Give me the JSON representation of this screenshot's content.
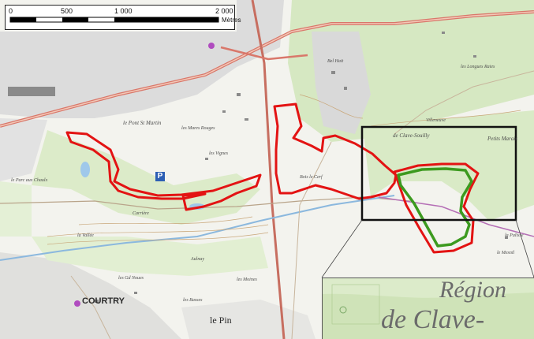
{
  "scale_bar": {
    "ticks": [
      "0",
      "500",
      "1 000",
      "2 000"
    ],
    "unit": "Mètres"
  },
  "labels": {
    "town_left": "COURTRY",
    "town_right": "le Pin",
    "belhaut": "Bel Hait",
    "pond_st_martin": "le Pont St Martin",
    "mares_rouges": "les Mares Rouges",
    "vignes": "les Vignes",
    "bois_clerc": "Bois le Cerf",
    "petits_marais": "Petits Marais",
    "clave_souilly": "de Clave-Souilly",
    "carrieres": "Carrière",
    "parc_chaulx": "le Parc aux Chaulx",
    "la_vallee": "la Vallée",
    "aulnay": "Aulnay",
    "les_basses": "les Basses",
    "gd_noues": "les Gd Noues",
    "les_moines": "les Moines",
    "mesnil": "le Mesnil",
    "la_palisse": "la Palisse",
    "longues_raies": "les Longues Raies",
    "villeneuve": "Villeneuve",
    "parking": "P"
  },
  "inset": {
    "line1": "Région",
    "line2": "de Clave-"
  },
  "colors": {
    "red_outline": "#e31313",
    "green_outline": "#3c9a1f",
    "forest": "#d6e8c2",
    "road": "#d9776a"
  }
}
